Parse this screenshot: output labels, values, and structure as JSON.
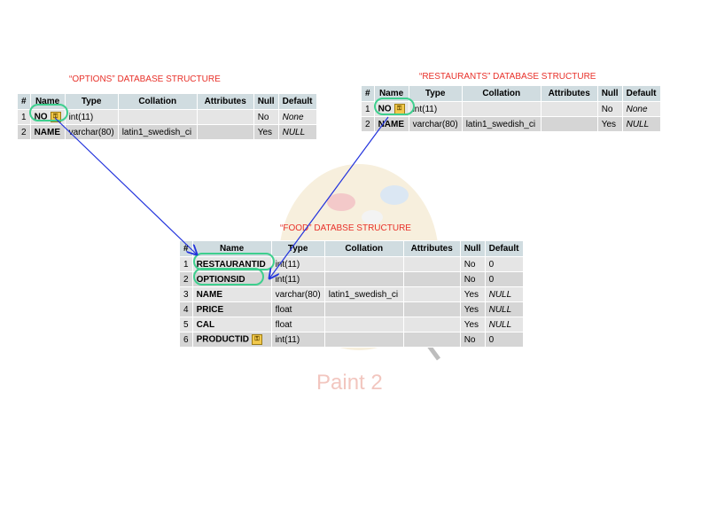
{
  "options_title": "“OPTIONS” DATABASE STRUCTURE",
  "restaurants_title": "“RESTAURANTS” DATABASE STRUCTURE",
  "food_title": "“FOOD” DATABSE STRUCTURE",
  "watermark": "Paint 2",
  "columns": [
    "#",
    "Name",
    "Type",
    "Collation",
    "Attributes",
    "Null",
    "Default"
  ],
  "options_rows": [
    {
      "n": "1",
      "name": "NO",
      "type": "int(11)",
      "collation": "",
      "attributes": "",
      "null": "No",
      "default": "None"
    },
    {
      "n": "2",
      "name": "NAME",
      "type": "varchar(80)",
      "collation": "latin1_swedish_ci",
      "attributes": "",
      "null": "Yes",
      "default": "NULL"
    }
  ],
  "restaurants_rows": [
    {
      "n": "1",
      "name": "NO",
      "type": "int(11)",
      "collation": "",
      "attributes": "",
      "null": "No",
      "default": "None"
    },
    {
      "n": "2",
      "name": "NAME",
      "type": "varchar(80)",
      "collation": "latin1_swedish_ci",
      "attributes": "",
      "null": "Yes",
      "default": "NULL"
    }
  ],
  "food_rows": [
    {
      "n": "1",
      "name": "RESTAURANTID",
      "type": "int(11)",
      "collation": "",
      "attributes": "",
      "null": "No",
      "default": "0"
    },
    {
      "n": "2",
      "name": "OPTIONSID",
      "type": "int(11)",
      "collation": "",
      "attributes": "",
      "null": "No",
      "default": "0"
    },
    {
      "n": "3",
      "name": "NAME",
      "type": "varchar(80)",
      "collation": "latin1_swedish_ci",
      "attributes": "",
      "null": "Yes",
      "default": "NULL"
    },
    {
      "n": "4",
      "name": "PRICE",
      "type": "float",
      "collation": "",
      "attributes": "",
      "null": "Yes",
      "default": "NULL"
    },
    {
      "n": "5",
      "name": "CAL",
      "type": "float",
      "collation": "",
      "attributes": "",
      "null": "Yes",
      "default": "NULL"
    },
    {
      "n": "6",
      "name": "PRODUCTID",
      "type": "int(11)",
      "collation": "",
      "attributes": "",
      "null": "No",
      "default": "0"
    }
  ],
  "colors": {
    "arrow": "#2233dd",
    "highlight": "#3ecf8e",
    "title": "#e8312a",
    "header": "#d0dce0"
  },
  "icons": {
    "primary_key": "key-icon"
  }
}
